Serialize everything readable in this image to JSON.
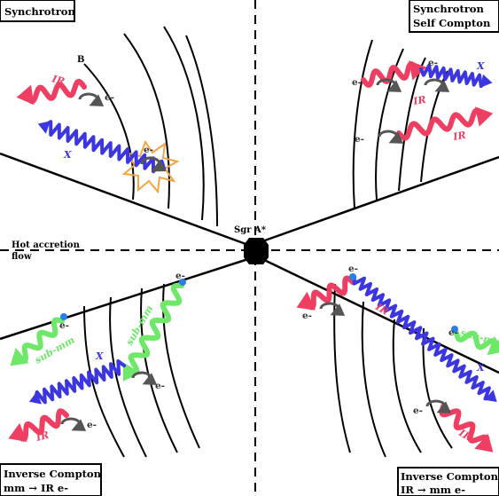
{
  "panels": {
    "top_left": {
      "title": "Synchrotron"
    },
    "top_right": {
      "title_line1": "Synchrotron",
      "title_line2": "Self Compton"
    },
    "bottom_left": {
      "title_line1": "Inverse Compton",
      "title_line2": "mm → IR e-"
    },
    "bottom_right": {
      "title_line1": "Inverse Compton",
      "title_line2": "IR → mm e-"
    }
  },
  "center": {
    "label": "Sgr A*"
  },
  "flow": {
    "line1": "Hot accretion",
    "line2": "flow"
  },
  "field_label": "B",
  "electron_label": "e-",
  "photons": {
    "ir": "IR",
    "x": "X",
    "submm": "sub-mm"
  },
  "colors": {
    "ir": "#ee3f63",
    "x": "#3b36e0",
    "submm": "#6fe86a",
    "electron_arrow": "#555555",
    "electron_dot": "#2a7fe6",
    "flare": "#f2a640"
  }
}
